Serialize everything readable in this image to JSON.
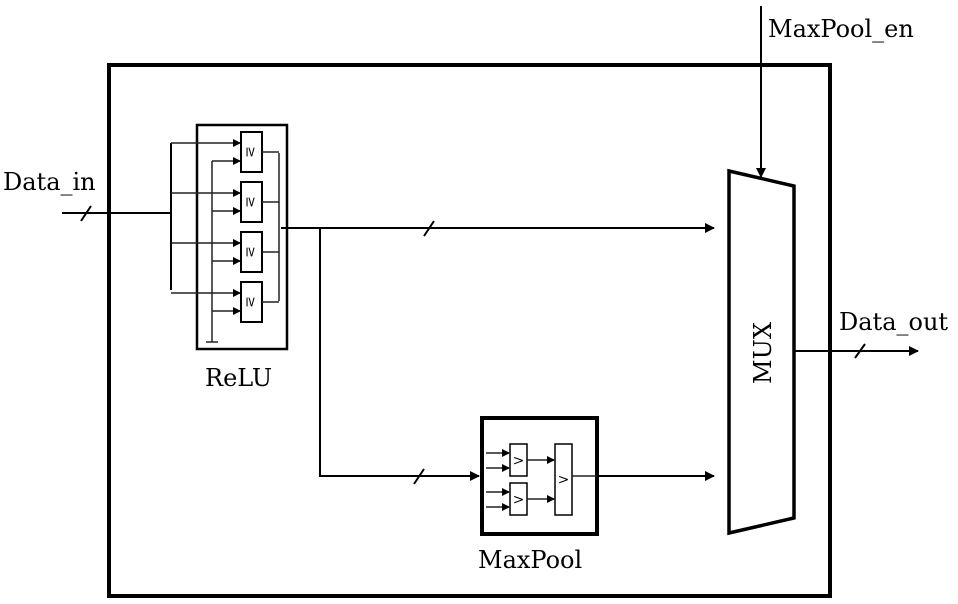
{
  "diagram": {
    "title": "",
    "signals": {
      "data_in": "Data_in",
      "data_out": "Data_out",
      "maxpool_en": "MaxPool_en"
    },
    "blocks": {
      "relu": {
        "label": "ReLU",
        "comparator_symbol": "≥",
        "comparator_count": 4
      },
      "maxpool": {
        "label": "MaxPool",
        "comparator_symbol": ">",
        "stage1_count": 2,
        "stage2_count": 1
      },
      "mux": {
        "label": "MUX"
      }
    },
    "colors": {
      "stroke": "#000000",
      "background": "#ffffff"
    }
  }
}
